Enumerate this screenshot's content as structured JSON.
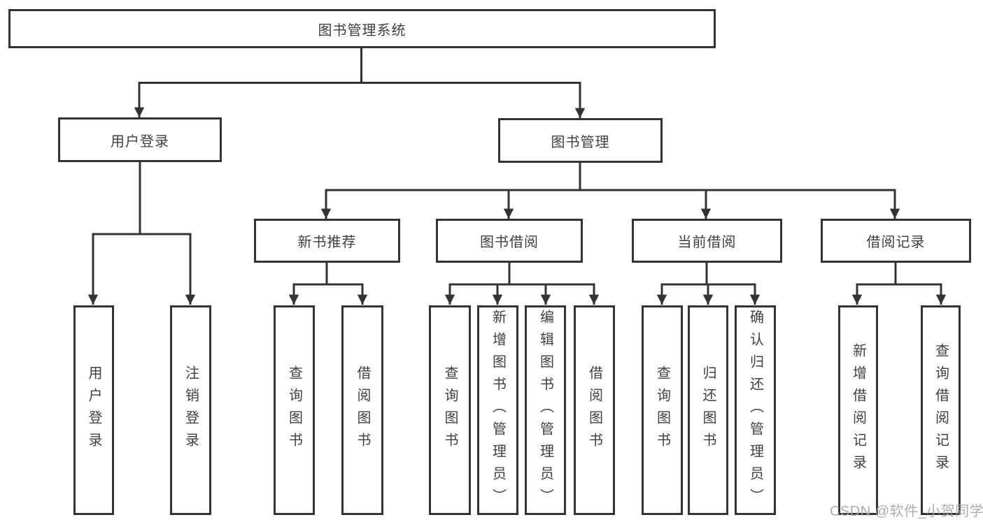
{
  "diagram": {
    "watermark": "CSDN @软件_小贺同学",
    "colors": {
      "line": "#333333",
      "text": "#404040",
      "watermark": "#a8a8a8",
      "background": "#ffffff"
    },
    "tree": {
      "label": "图书管理系统",
      "children": [
        {
          "label": "用户登录",
          "children": [
            {
              "label": "用户登录"
            },
            {
              "label": "注销登录"
            }
          ]
        },
        {
          "label": "图书管理",
          "children": [
            {
              "label": "新书推荐",
              "children": [
                {
                  "label": "查询图书"
                },
                {
                  "label": "借阅图书"
                }
              ]
            },
            {
              "label": "图书借阅",
              "children": [
                {
                  "label": "查询图书"
                },
                {
                  "label": "新增图书（管理员）"
                },
                {
                  "label": "编辑图书（管理员）"
                },
                {
                  "label": "借阅图书"
                }
              ]
            },
            {
              "label": "当前借阅",
              "children": [
                {
                  "label": "查询图书"
                },
                {
                  "label": "归还图书"
                },
                {
                  "label": "确认归还（管理员）"
                }
              ]
            },
            {
              "label": "借阅记录",
              "children": [
                {
                  "label": "新增借阅记录"
                },
                {
                  "label": "查询借阅记录"
                }
              ]
            }
          ]
        }
      ]
    }
  }
}
